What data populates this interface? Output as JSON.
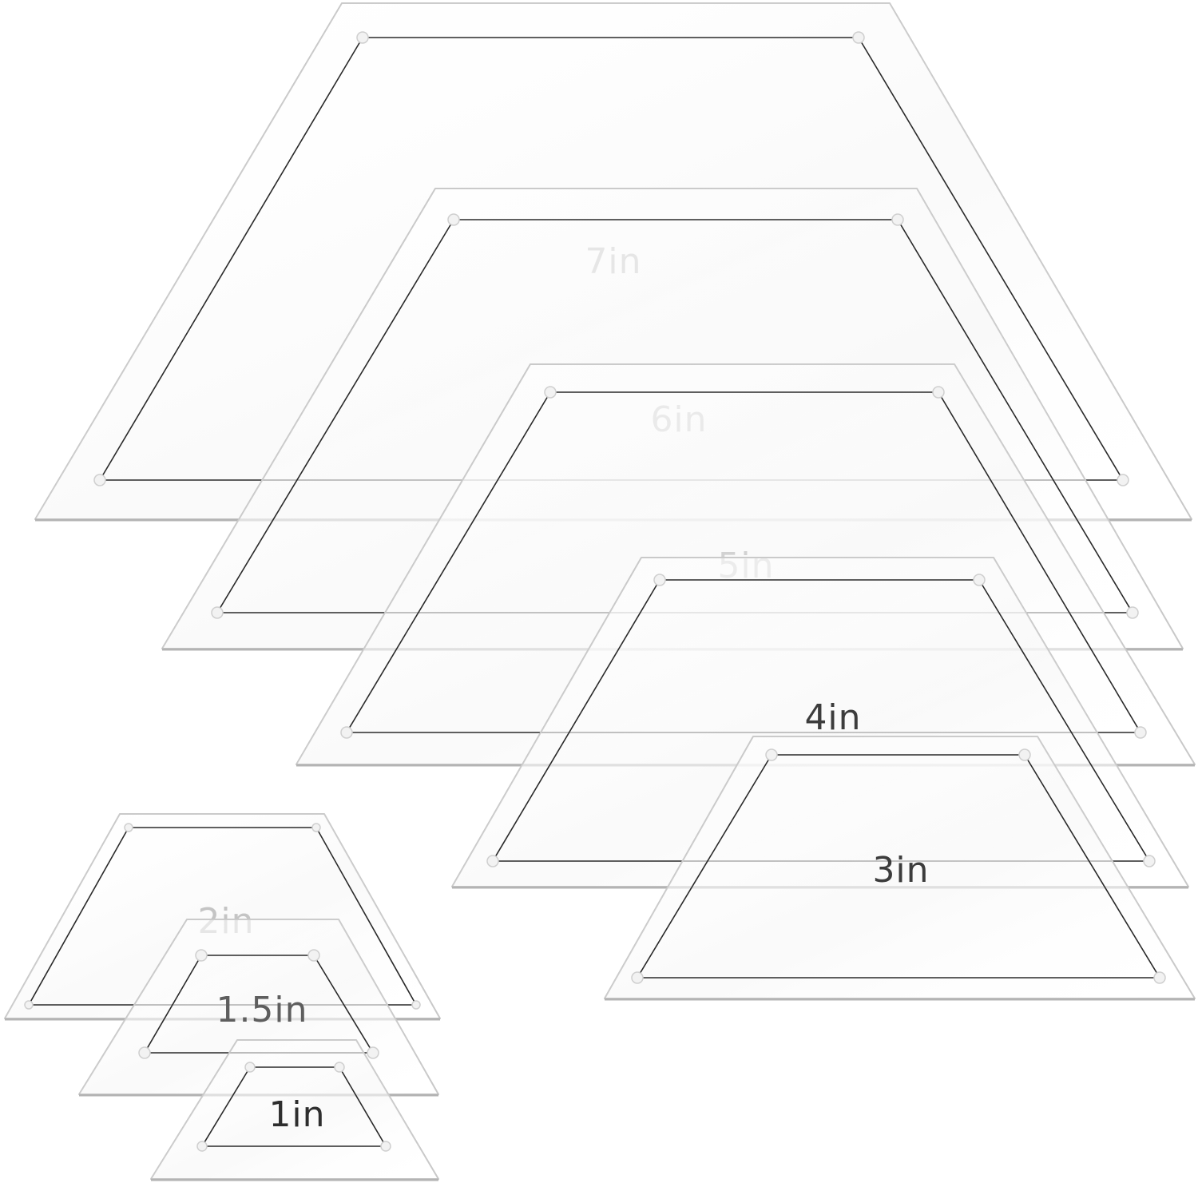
{
  "templates": [
    {
      "size_label": "7in",
      "label_color": "#c4c4c4"
    },
    {
      "size_label": "6in",
      "label_color": "#cfcfcf"
    },
    {
      "size_label": "5in",
      "label_color": "#d2d2d2"
    },
    {
      "size_label": "4in",
      "label_color": "#3c3c3c"
    },
    {
      "size_label": "3in",
      "label_color": "#3c3c3c"
    },
    {
      "size_label": "2in",
      "label_color": "#c4c4c4"
    },
    {
      "size_label": "1.5in",
      "label_color": "#5e5e5e"
    },
    {
      "size_label": "1in",
      "label_color": "#2e2e2e"
    }
  ],
  "colors": {
    "background": "#ffffff",
    "acrylic_fill": "#ffffff",
    "acrylic_edge": "#c8c8c8",
    "acrylic_bottom_edge": "#b4b4b4",
    "guide_line": "#2a2a2a",
    "hole": "#f2f2f2",
    "hole_edge": "#cfcfcf"
  }
}
